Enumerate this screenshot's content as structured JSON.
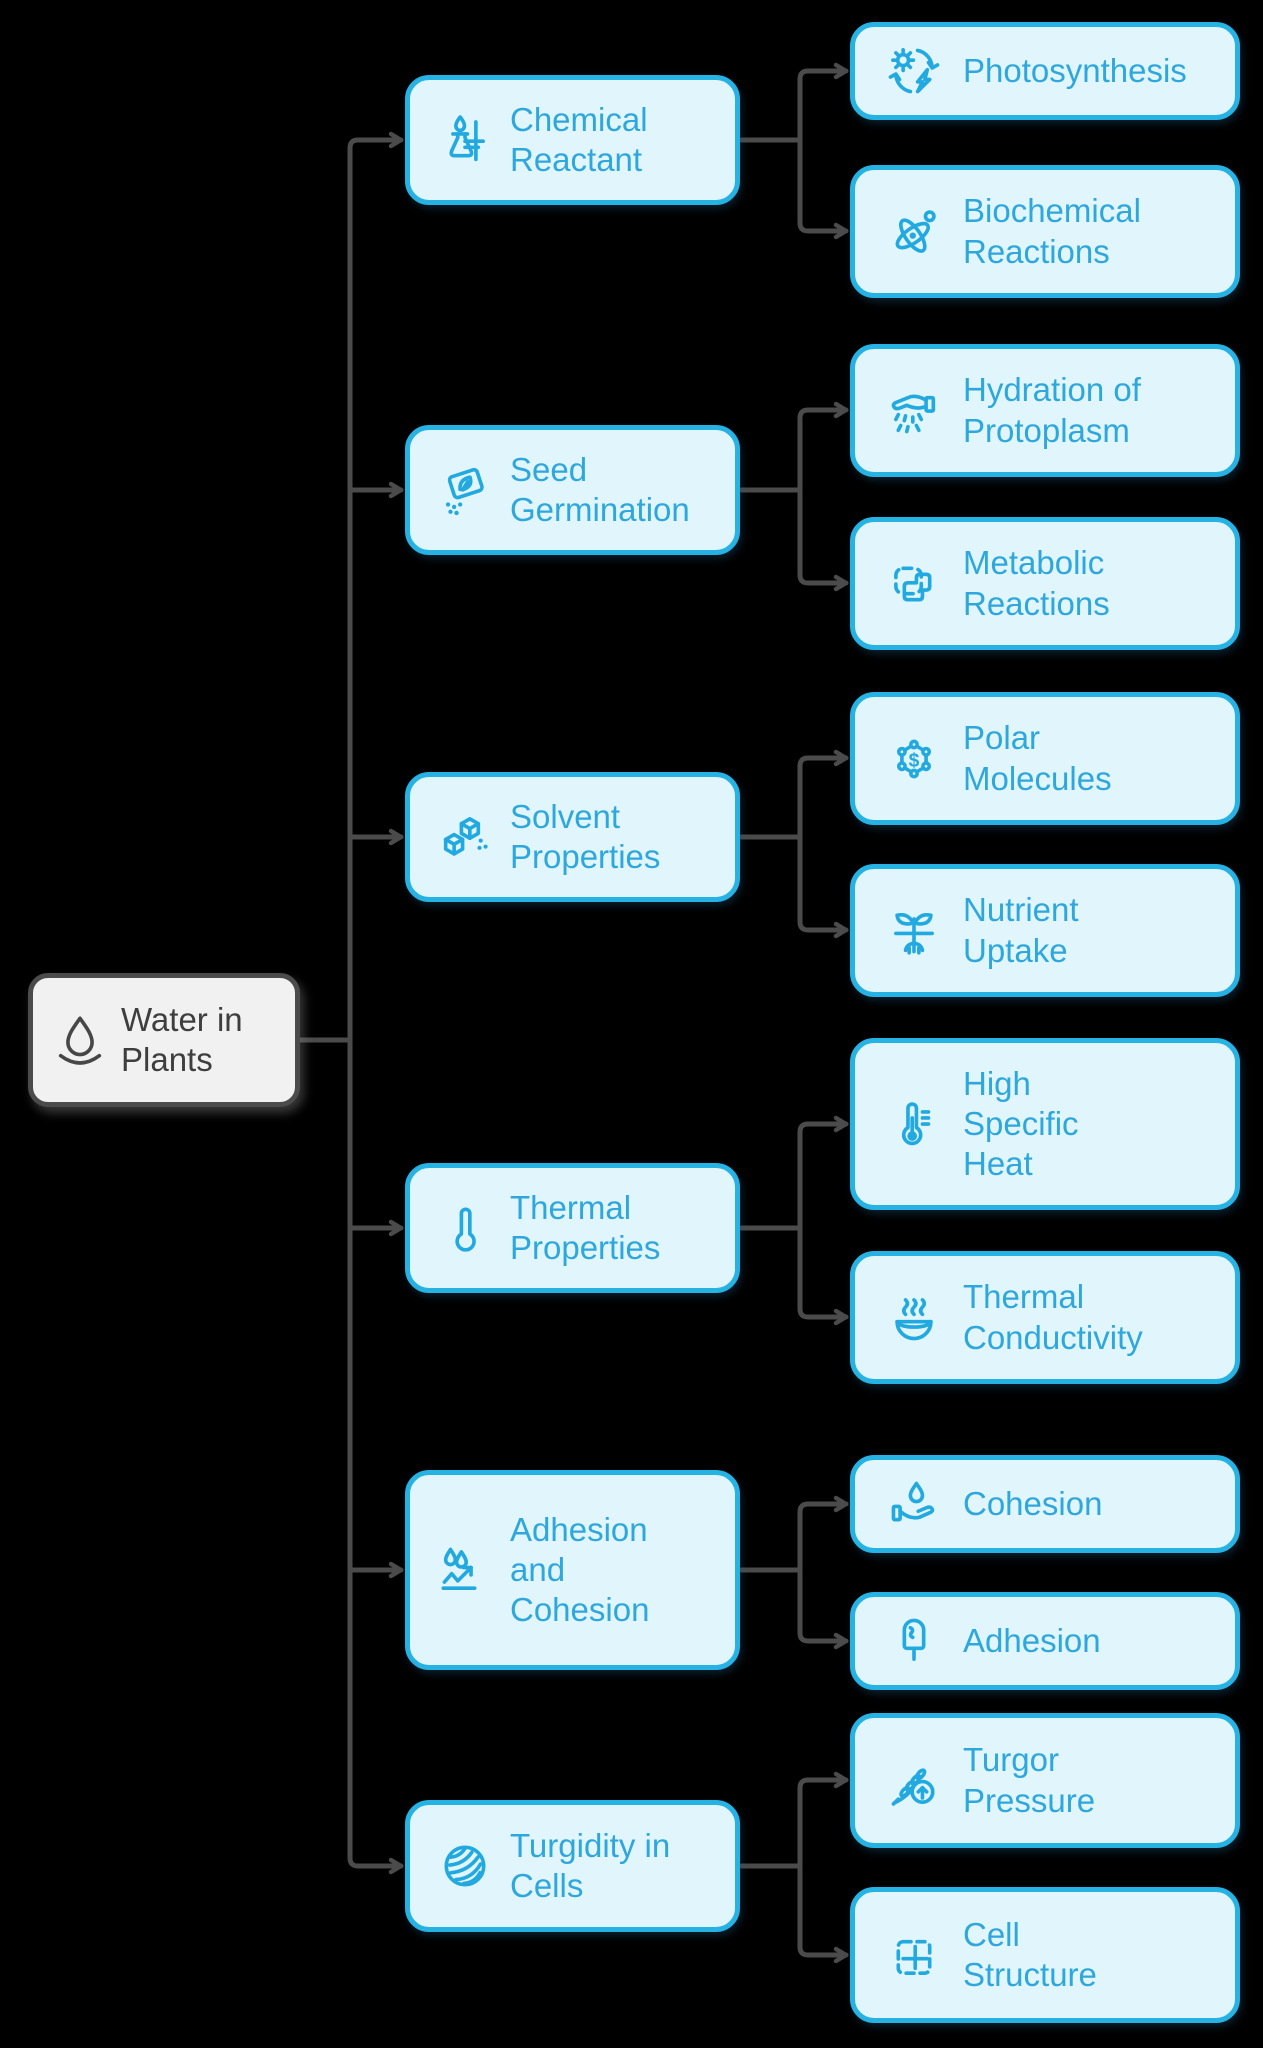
{
  "palette": {
    "background": "#000000",
    "node_fill": "#e1f5fc",
    "node_border": "#27b2e4",
    "node_text": "#2ea7dd",
    "icon_stroke": "#22a9e0",
    "root_fill": "#f1f1f1",
    "root_border": "#4b4b4b",
    "root_text": "#3e3e3e",
    "connector": "#4b4b4b"
  },
  "root": {
    "label": "Water in\nPlants",
    "icon": "water-drop-icon"
  },
  "branches": [
    {
      "label": "Chemical\nReactant",
      "icon": "bunsen-burner-icon",
      "children": [
        {
          "label": "Photosynthesis",
          "icon": "sun-energy-cycle-icon"
        },
        {
          "label": "Biochemical\nReactions",
          "icon": "atom-icon"
        }
      ]
    },
    {
      "label": "Seed\nGermination",
      "icon": "seed-packet-icon",
      "children": [
        {
          "label": "Hydration of\nProtoplasm",
          "icon": "hand-sprinkle-icon"
        },
        {
          "label": "Metabolic\nReactions",
          "icon": "transform-shape-icon"
        }
      ]
    },
    {
      "label": "Solvent\nProperties",
      "icon": "dissolving-cubes-icon",
      "children": [
        {
          "label": "Polar\nMolecules",
          "icon": "molecule-hexagon-icon"
        },
        {
          "label": "Nutrient\nUptake",
          "icon": "plant-roots-icon"
        }
      ]
    },
    {
      "label": "Thermal\nProperties",
      "icon": "thermometer-icon",
      "children": [
        {
          "label": "High\nSpecific\nHeat",
          "icon": "thermometer-scale-icon"
        },
        {
          "label": "Thermal\nConductivity",
          "icon": "steaming-bowl-icon"
        }
      ]
    },
    {
      "label": "Adhesion\nand\nCohesion",
      "icon": "droplets-surface-icon",
      "children": [
        {
          "label": "Cohesion",
          "icon": "hand-droplet-icon"
        },
        {
          "label": "Adhesion",
          "icon": "popsicle-icon"
        }
      ]
    },
    {
      "label": "Turgidity in\nCells",
      "icon": "striped-ball-icon",
      "children": [
        {
          "label": "Turgor\nPressure",
          "icon": "wheat-growth-icon"
        },
        {
          "label": "Cell\nStructure",
          "icon": "cell-grid-icon"
        }
      ]
    }
  ]
}
